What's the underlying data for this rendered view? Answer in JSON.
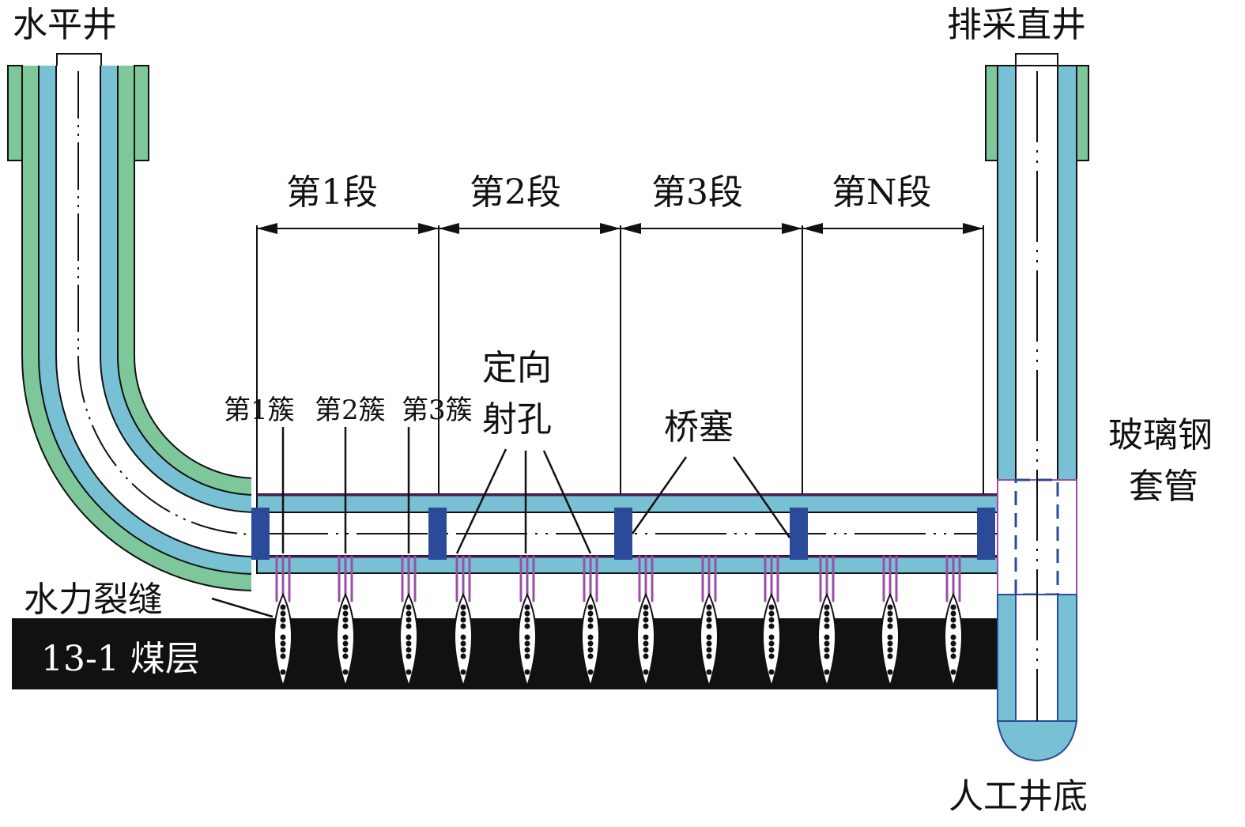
{
  "labels": {
    "horizontal_well": "水平井",
    "drainage_well": "排采直井",
    "stages": [
      "第1段",
      "第2段",
      "第3段",
      "第N段"
    ],
    "clusters": [
      "第1簇",
      "第2簇",
      "第3簇"
    ],
    "directional_perforation_line1": "定向",
    "directional_perforation_line2": "射孔",
    "bridge_plug": "桥塞",
    "frp_casing_line1": "玻璃钢",
    "frp_casing_line2": "套管",
    "hydraulic_fracture": "水力裂缝",
    "coal_seam": "13-1 煤层",
    "artificial_bottom": "人工井底"
  },
  "colors": {
    "cement": "#7dc79a",
    "casing": "#78c0d4",
    "plug": "#2b4a9a",
    "perforation": "#9a4fa6",
    "coal": "#111111"
  }
}
